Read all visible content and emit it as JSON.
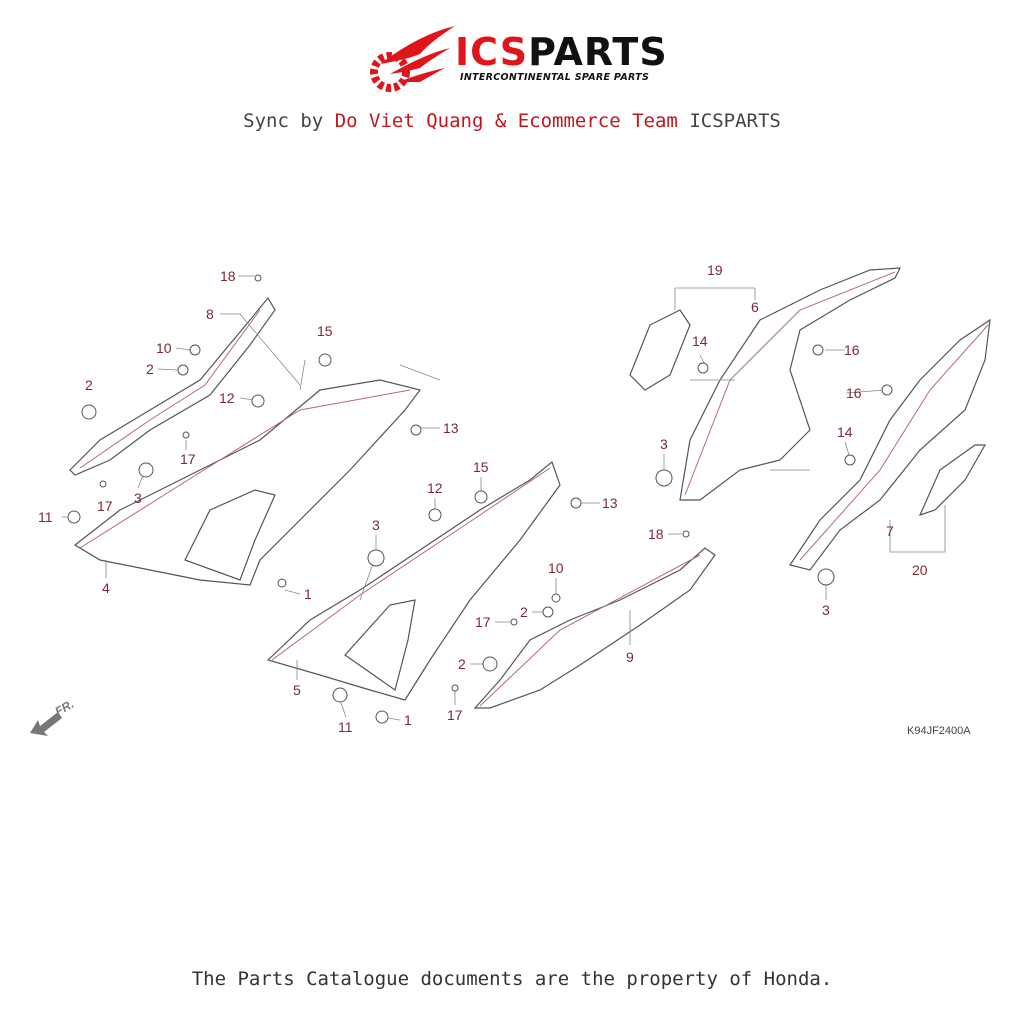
{
  "header": {
    "brand_red": "ICS",
    "brand_black": "PARTS",
    "tagline": "INTERCONTINENTAL SPARE PARTS",
    "sync_prefix": "Sync by",
    "sync_highlight": "Do Viet Quang & Ecommerce Team",
    "sync_suffix": "ICSPARTS"
  },
  "diagram": {
    "code": "K94JF2400A",
    "front_label": "FR.",
    "callouts": [
      "18",
      "8",
      "10",
      "2",
      "2",
      "15",
      "12",
      "13",
      "17",
      "3",
      "17",
      "11",
      "4",
      "1",
      "3",
      "12",
      "15",
      "13",
      "5",
      "11",
      "1",
      "10",
      "2",
      "17",
      "2",
      "17",
      "9",
      "19",
      "6",
      "14",
      "16",
      "16",
      "3",
      "14",
      "18",
      "7",
      "20",
      "3"
    ]
  },
  "footer": {
    "text": "The Parts Catalogue documents are the property of Honda."
  },
  "colors": {
    "brand_red": "#e0151b",
    "callout": "#7a2a34"
  }
}
